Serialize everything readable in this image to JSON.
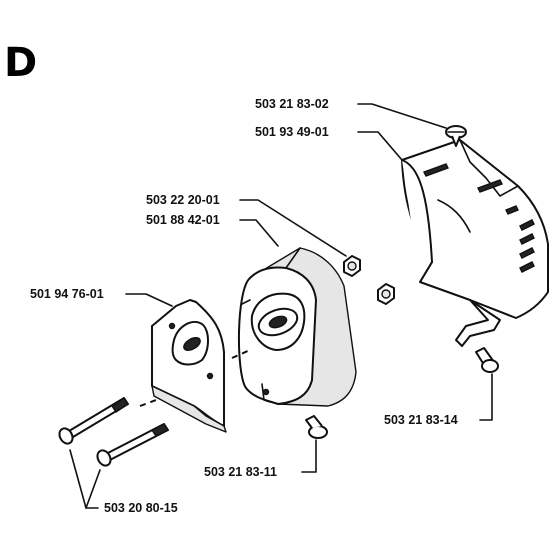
{
  "section_letter": "D",
  "labels": {
    "screw_top": "503 21 83-02",
    "heat_shield": "501 93 49-01",
    "nut": "503 22 20-01",
    "muffler": "501 88 42-01",
    "gasket_plate": "501 94 76-01",
    "screw_right": "503 21 83-14",
    "screw_bottom": "503 21 83-11",
    "bolts": "503 20 80-15"
  }
}
